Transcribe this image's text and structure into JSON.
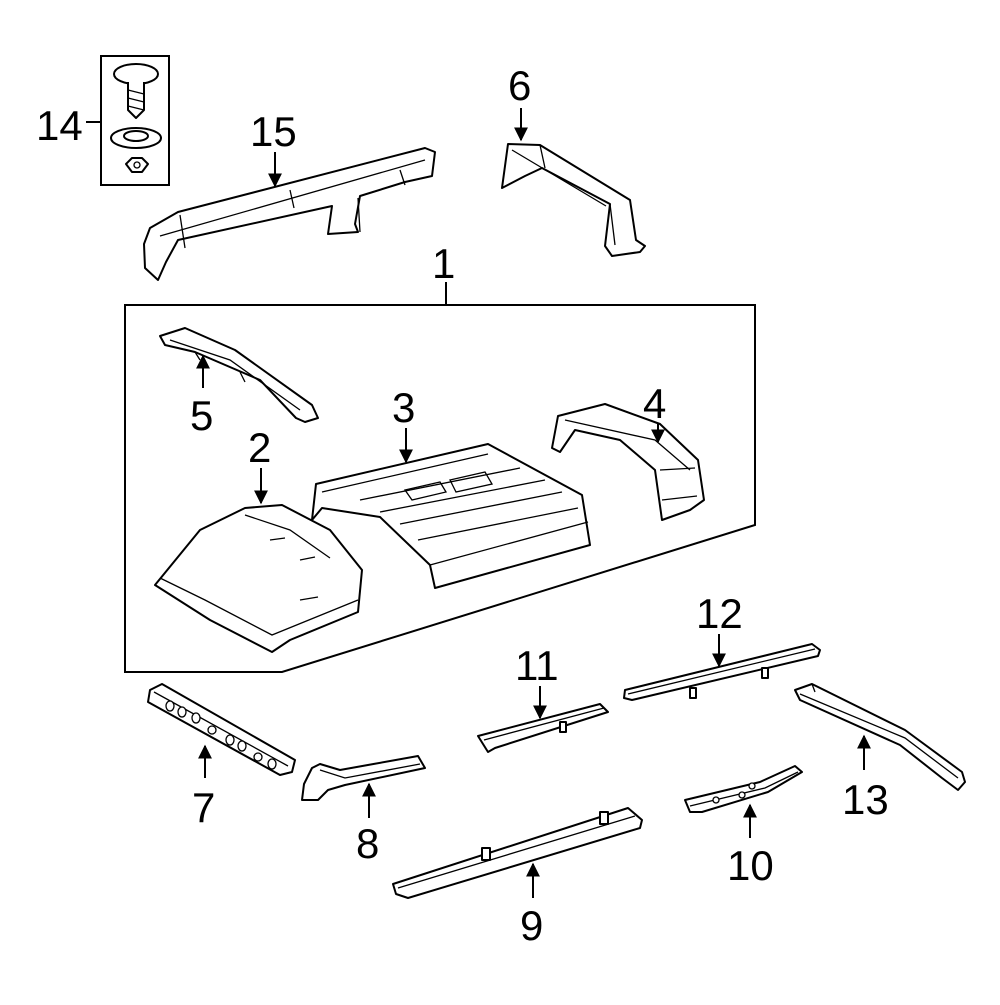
{
  "callouts": {
    "c1": "1",
    "c2": "2",
    "c3": "3",
    "c4": "4",
    "c5": "5",
    "c6": "6",
    "c7": "7",
    "c8": "8",
    "c9": "9",
    "c10": "10",
    "c11": "11",
    "c12": "12",
    "c13": "13",
    "c14": "14",
    "c15": "15"
  },
  "colors": {
    "highlight": "#3a5bd9",
    "line": "#000000",
    "background": "#ffffff"
  }
}
